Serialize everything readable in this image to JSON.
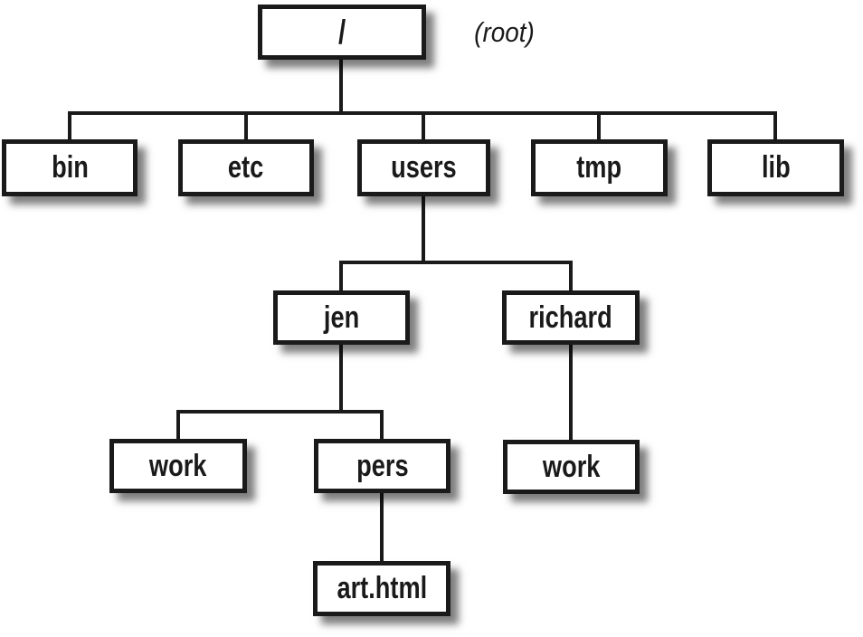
{
  "colors": {
    "background": "#ffffff",
    "box_fill": "#ffffff",
    "box_border": "#1a1a1a",
    "connector_line": "#1a1a1a",
    "text": "#1a1a1a",
    "shadow": "rgba(0,0,0,0.50)"
  },
  "tree": {
    "label": "/",
    "annotation": "(root)",
    "children": [
      {
        "label": "bin",
        "children": []
      },
      {
        "label": "etc",
        "children": []
      },
      {
        "label": "users",
        "children": [
          {
            "label": "jen",
            "children": [
              {
                "label": "work",
                "children": []
              },
              {
                "label": "pers",
                "children": [
                  {
                    "label": "art.html",
                    "children": []
                  }
                ]
              }
            ]
          },
          {
            "label": "richard",
            "children": [
              {
                "label": "work",
                "children": []
              }
            ]
          }
        ]
      },
      {
        "label": "tmp",
        "children": []
      },
      {
        "label": "lib",
        "children": []
      }
    ]
  }
}
